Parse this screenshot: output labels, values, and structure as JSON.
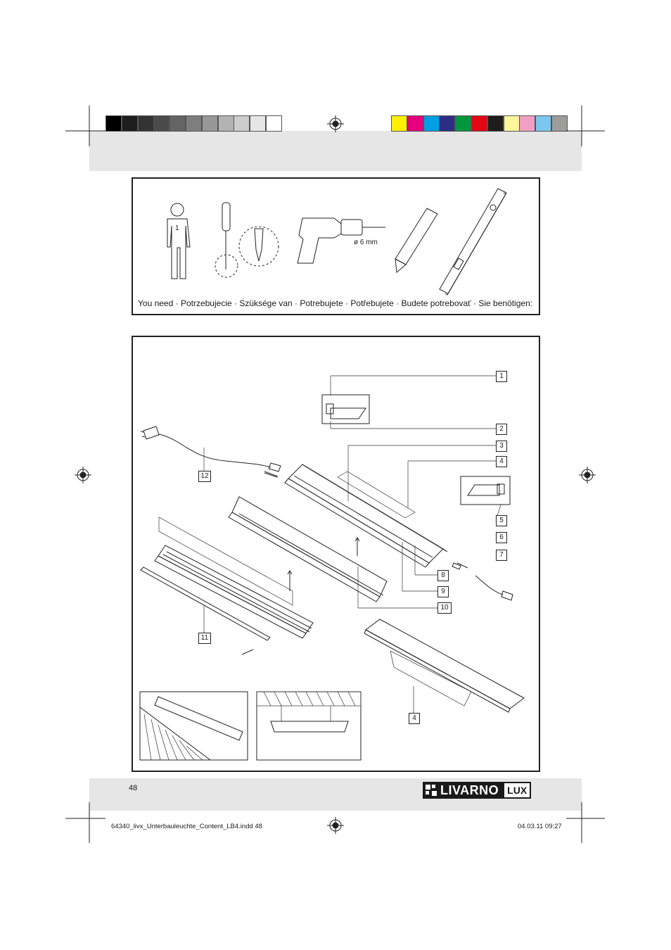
{
  "color_bar_grayscale": [
    "#000000",
    "#1e1e1e",
    "#333333",
    "#4b4b4b",
    "#646464",
    "#7e7e7e",
    "#989898",
    "#b3b3b3",
    "#cdcdcd",
    "#e6e6e6",
    "#ffffff"
  ],
  "color_bar_process": [
    "#ffef00",
    "#e6007e",
    "#009fe3",
    "#2d2e83",
    "#009640",
    "#e30613",
    "#1d1d1b",
    "#fff59b",
    "#f29fc5",
    "#7cc7ef",
    "#9d9d9c"
  ],
  "tools_caption": "You need · Potrzebujecie · Szüksége van · Potrebujete · Potřebujete · Budete potrebovať · Sie benötigen:",
  "person_label": "1",
  "drill_label": "ø 6 mm",
  "callouts": [
    "1",
    "2",
    "3",
    "4",
    "5",
    "6",
    "7",
    "8",
    "9",
    "10",
    "11",
    "12",
    "4"
  ],
  "page_number": "48",
  "brand": {
    "name": "LIVARNO",
    "suffix": "LUX",
    "accent": "#1a1a1a"
  },
  "footer_file": "64340_livx_Unterbauleuchte_Content_LB4.indd   48",
  "footer_date": "04.03.11   09:27"
}
